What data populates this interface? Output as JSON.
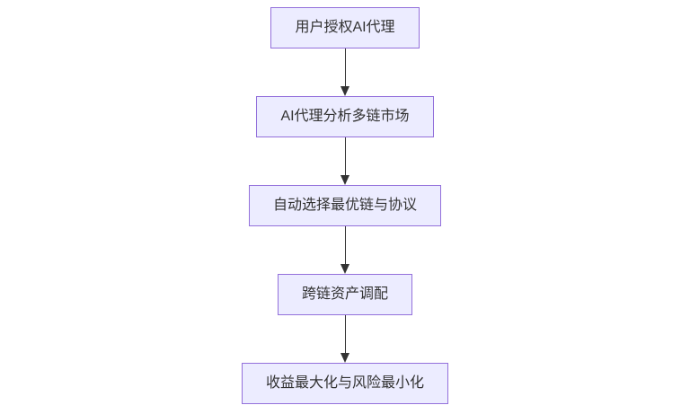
{
  "diagram": {
    "type": "flowchart",
    "direction": "top-down",
    "background_color": "#FFFFFF",
    "node_fill_color": "#ECECFF",
    "node_border_color": "#9370DB",
    "text_color": "#333333",
    "arrow_color": "#333333",
    "nodes": [
      {
        "id": "n1",
        "label": "用户授权AI代理"
      },
      {
        "id": "n2",
        "label": "AI代理分析多链市场"
      },
      {
        "id": "n3",
        "label": "自动选择最优链与协议"
      },
      {
        "id": "n4",
        "label": "跨链资产调配"
      },
      {
        "id": "n5",
        "label": "收益最大化与风险最小化"
      }
    ],
    "edges": [
      {
        "from": "n1",
        "to": "n2",
        "style": "arrow-down"
      },
      {
        "from": "n2",
        "to": "n3",
        "style": "arrow-down"
      },
      {
        "from": "n3",
        "to": "n4",
        "style": "arrow-down"
      },
      {
        "from": "n4",
        "to": "n5",
        "style": "arrow-down"
      }
    ]
  }
}
